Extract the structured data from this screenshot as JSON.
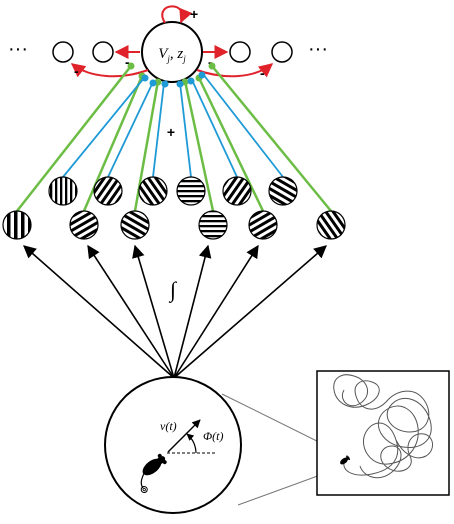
{
  "top_neuron": {
    "label": "V",
    "sub_j": "j",
    "sep": ", ",
    "label2": "z",
    "sub_j2": "j"
  },
  "sign_plus": "+",
  "sign_minus": "-",
  "ellipsis": "···",
  "integral": "∫",
  "velocity": {
    "label": "v(t)"
  },
  "angle": {
    "label": "Φ(t)"
  },
  "colors": {
    "excitatory_self": "#e0232b",
    "inhibitory": "#e0232b",
    "blue_input": "#1e9ad6",
    "green_input": "#6cbd45",
    "stroke": "#000000"
  },
  "icons": [
    "mouse-icon",
    "trajectory-plot",
    "grating-icon"
  ]
}
